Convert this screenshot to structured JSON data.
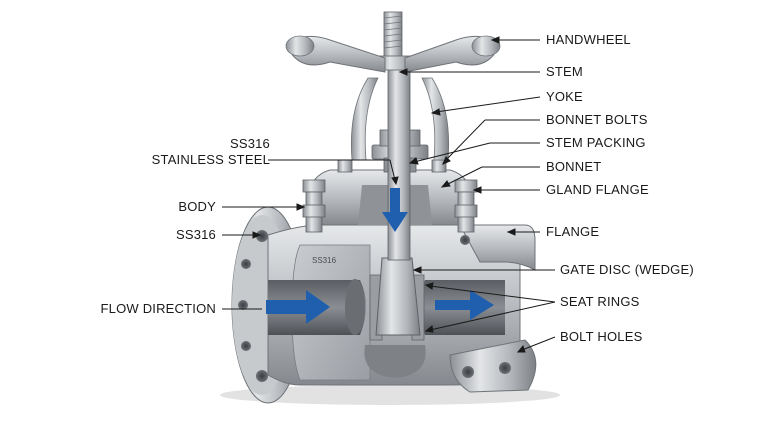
{
  "diagram": {
    "labels_right": {
      "handwheel": "HANDWHEEL",
      "stem": "STEM",
      "yoke": "YOKE",
      "bonnet_bolts": "BONNET BOLTS",
      "stem_packing": "STEM PACKING",
      "bonnet": "BONNET",
      "gland_flange": "GLAND FLANGE",
      "flange": "FLANGE",
      "gate_disc": "GATE DISC (WEDGE)",
      "seat_rings": "SEAT RINGS",
      "bolt_holes": "BOLT HOLES"
    },
    "labels_left": {
      "material_line1": "SS316",
      "material_line2": "STAINLESS STEEL",
      "body": "BODY",
      "body_material": "SS316",
      "flow_direction": "FLOW DIRECTION"
    },
    "body_stamp": "SS316",
    "colors": {
      "steel_light": "#d9dcdf",
      "steel_mid": "#a9adb1",
      "steel_dark": "#6f7378",
      "flow_arrow": "#1f5fae",
      "leader": "#1a1a1a"
    }
  }
}
